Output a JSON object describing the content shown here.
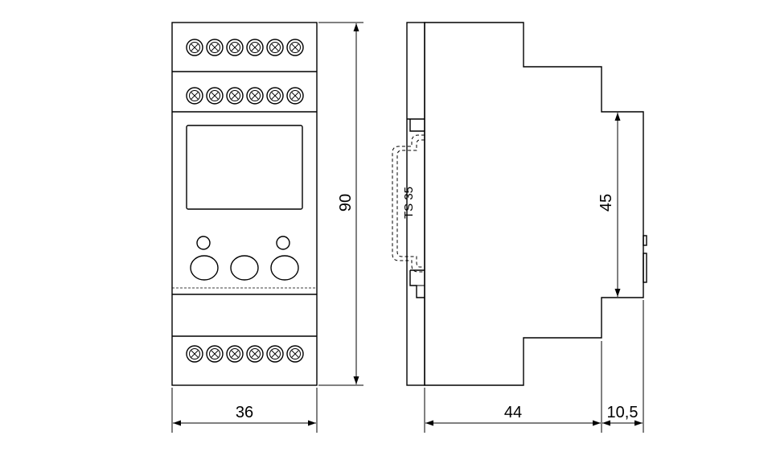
{
  "dimensions": {
    "width": "36",
    "height": "90",
    "depth": "44",
    "offset": "10,5",
    "rail_height": "45"
  },
  "rail_label": "TS 35"
}
